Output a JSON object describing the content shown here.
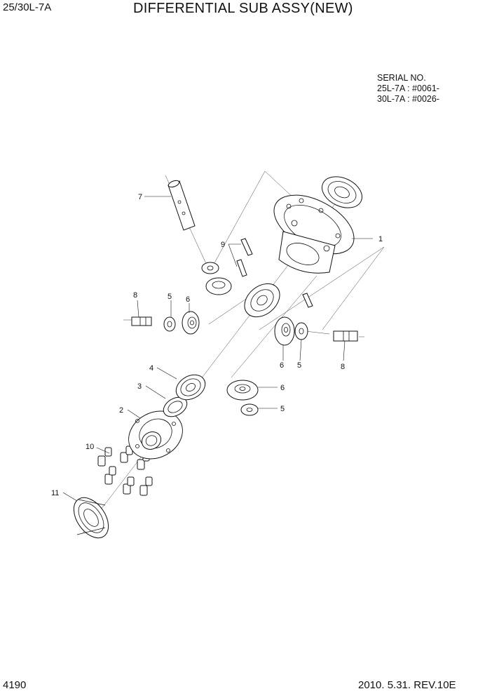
{
  "header": {
    "model_code": "25/30L-7A",
    "title": "DIFFERENTIAL SUB ASSY(NEW)"
  },
  "serial": {
    "heading": "SERIAL NO.",
    "lines": [
      "25L-7A : #0061-",
      "30L-7A : #0026-"
    ]
  },
  "footer": {
    "page_number": "4190",
    "revision": "2010. 5.31.  REV.10E"
  },
  "callouts": {
    "c1": "1",
    "c2": "2",
    "c3": "3",
    "c4": "4",
    "c5a": "5",
    "c5b": "5",
    "c5c": "5",
    "c6a": "6",
    "c6b": "6",
    "c6c": "6",
    "c7": "7",
    "c8a": "8",
    "c8b": "8",
    "c9": "9",
    "c10": "10",
    "c11": "11"
  }
}
